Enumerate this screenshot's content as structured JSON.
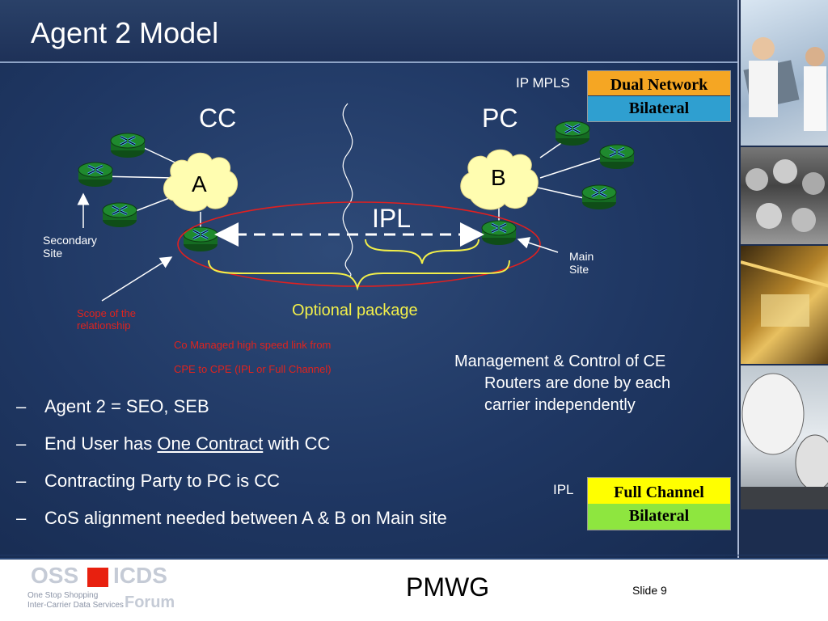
{
  "slide": {
    "title": "Agent 2 Model",
    "slide_number": "Slide 9",
    "footer_center": "PMWG"
  },
  "logo": {
    "oss": "OSS",
    "icds": "ICDS",
    "forum": "Forum",
    "line1": "One Stop Shopping",
    "line2": "Inter-Carrier Data Services"
  },
  "diagram": {
    "cc_label": "CC",
    "pc_label": "PC",
    "cloud_a": "A",
    "cloud_b": "B",
    "ipl_label": "IPL",
    "secondary_site": [
      "Secondary",
      "Site"
    ],
    "main_site": [
      "Main",
      "Site"
    ],
    "scope": [
      "Scope of the",
      "relationship"
    ],
    "optional_package": "Optional package",
    "comanaged": [
      "Co Managed high speed link from",
      "CPE to CPE (IPL or Full Channel)"
    ],
    "management": [
      "Management & Control of CE",
      "Routers are done by each",
      "carrier independently"
    ]
  },
  "legend": [
    {
      "side_label": "IP MPLS",
      "rows": [
        {
          "text": "Dual Network",
          "color": "#f5a623"
        },
        {
          "text": "Bilateral",
          "color": "#2f9fd0"
        }
      ]
    },
    {
      "side_label": "IPL",
      "rows": [
        {
          "text": "Full Channel",
          "color": "#ffff00"
        },
        {
          "text": "Bilateral",
          "color": "#8ee63f"
        }
      ]
    }
  ],
  "bullets": [
    {
      "before": "Agent 2 = SEO, SEB",
      "underlined": "",
      "after": ""
    },
    {
      "before": "End User has ",
      "underlined": "One Contract",
      "after": " with CC"
    },
    {
      "before": "Contracting Party to PC is CC",
      "underlined": "",
      "after": ""
    },
    {
      "before": "CoS alignment needed between  A & B on Main site",
      "underlined": "",
      "after": ""
    }
  ],
  "colors": {
    "background": "#1f3763",
    "router_green": "#1a7a2a",
    "cloud_yellow": "#fffdb0",
    "ellipse_red": "#e02020",
    "brace_yellow": "#f2ef4a"
  }
}
